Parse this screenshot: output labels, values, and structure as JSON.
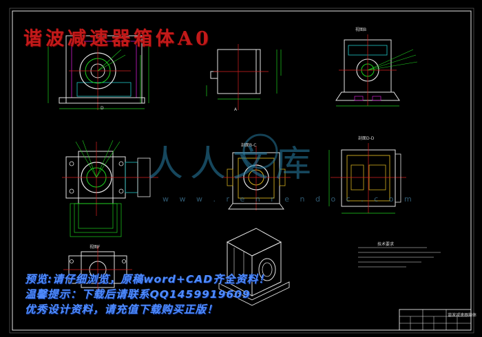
{
  "drawing": {
    "title_overlay": "谐波减速器箱体A0",
    "view_labels": [
      "视图B",
      "A",
      "D",
      "剖面B-C",
      "剖面D-D",
      "视图F"
    ],
    "tech_notes_title": "技术要求",
    "title_block_name": "谐波减速器箱体"
  },
  "overlay": {
    "line1": "预览:请仔细浏览，原稿word+CAD齐全资料！",
    "line2": "温馨提示：下载后请联系QQ1459919609",
    "line3": "优秀设计资料，请充值下载购买正版！"
  },
  "watermark": {
    "text": "人人文库",
    "url": "w w w . r e n r e n d o c . c o m"
  },
  "colors": {
    "background": "#000000",
    "line": "#e6e6e6",
    "green": "#1fd41f",
    "cyan": "#20c8c8",
    "magenta": "#d020d0",
    "red": "#d82020",
    "blue": "#4f8cff"
  }
}
